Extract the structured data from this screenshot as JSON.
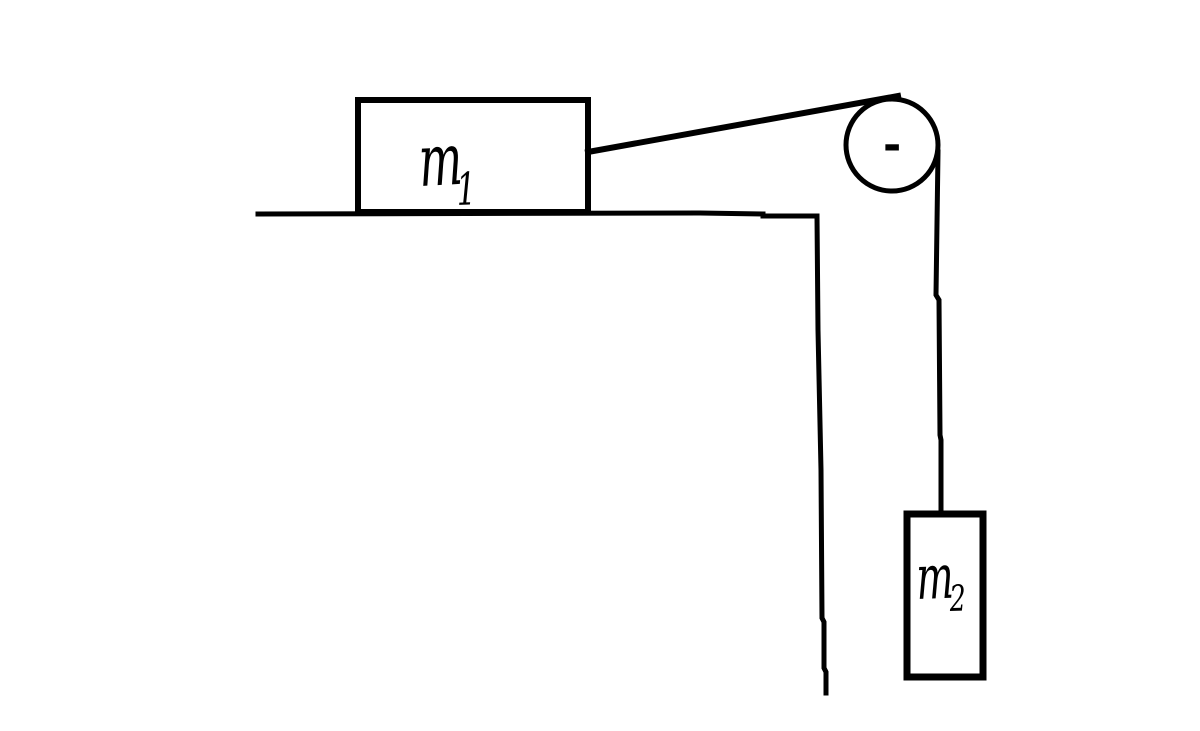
{
  "diagram": {
    "type": "hand-drawn physics pulley diagram",
    "colors": {
      "ink": "#000000",
      "background": "#ffffff"
    },
    "labels": {
      "block1": {
        "base": "m",
        "sub": "1"
      },
      "block2": {
        "base": "m",
        "sub": "2"
      },
      "pulley_mark": "-"
    }
  }
}
